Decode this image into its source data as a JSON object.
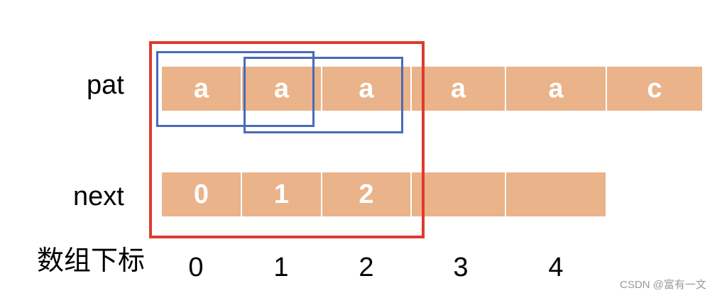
{
  "labels": {
    "pat": "pat",
    "next": "next",
    "index": "数组下标"
  },
  "pat_cells": [
    "a",
    "a",
    "a",
    "a",
    "a",
    "c"
  ],
  "next_cells": [
    "0",
    "1",
    "2",
    "",
    ""
  ],
  "indices": [
    "0",
    "1",
    "2",
    "3",
    "4"
  ],
  "watermark": "CSDN @富有一文",
  "colors": {
    "cell_fill": "#eab38a",
    "cell_text": "#ffffff",
    "red_frame": "#e03a2e",
    "blue_frame": "#4a6ab8"
  }
}
